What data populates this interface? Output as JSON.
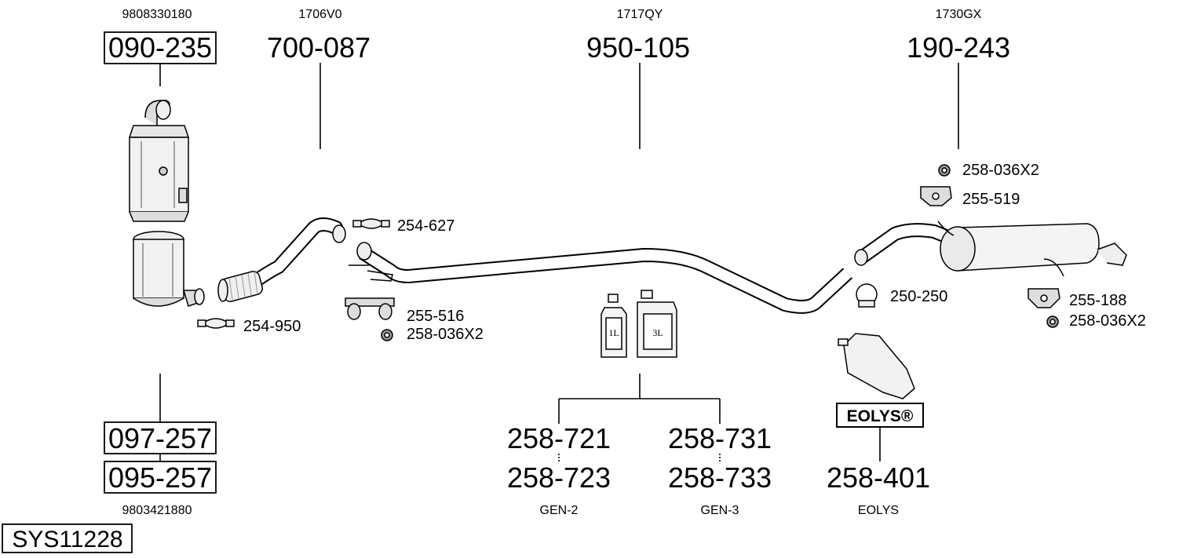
{
  "system_id": "SYS11228",
  "parts": {
    "dpf_top": {
      "oe": "9808330180",
      "part": "090-235"
    },
    "front_pipe": {
      "oe": "1706V0",
      "part": "700-087"
    },
    "middle_pipe": {
      "oe": "1717QY",
      "part": "950-105"
    },
    "rear_silencer": {
      "oe": "1730GX",
      "part": "190-243"
    },
    "cat_bottom": {
      "part_a": "097-257",
      "part_b": "095-257",
      "oe": "9803421880"
    },
    "gen2": {
      "part_a": "258-721",
      "part_b": "258-723",
      "label": "GEN-2"
    },
    "gen3": {
      "part_a": "258-731",
      "part_b": "258-733",
      "label": "GEN-3"
    },
    "eolys": {
      "logo": "EOLYS®",
      "part": "258-401",
      "label": "EOLYS"
    }
  },
  "small_parts": {
    "clamp_front": "254-950",
    "clamp_mid": "254-627",
    "hanger_front": "255-516",
    "rubber_front": "258-036X2",
    "clamp_rear": "250-250",
    "rubber_top": "258-036X2",
    "hanger_top": "255-519",
    "hanger_rear": "255-188",
    "rubber_rear": "258-036X2"
  },
  "bottles": {
    "small": "1L",
    "large": "3L"
  }
}
